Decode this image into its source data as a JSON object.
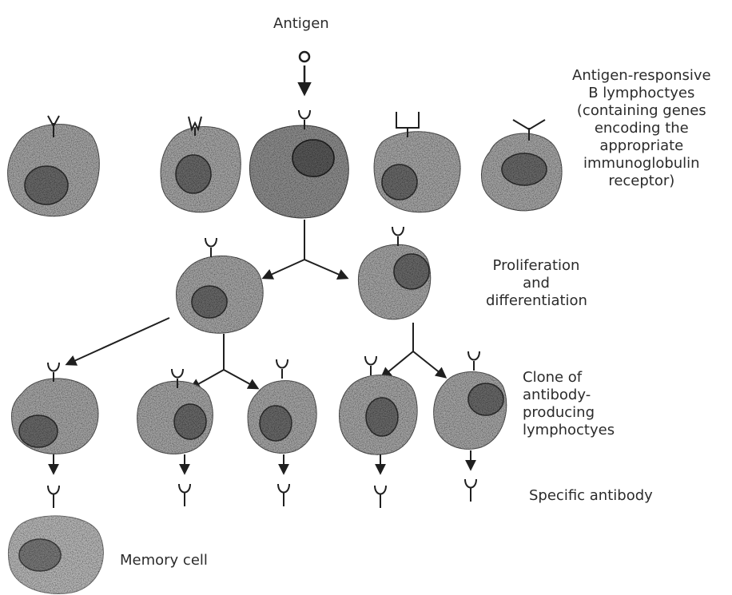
{
  "labels": {
    "antigen": "Antigen",
    "b_lymphocytes": "Antigen-responsive\nB lymphoctyes\n(containing genes\nencoding the\nappropriate\nimmunoglobulin\nreceptor)",
    "proliferation": "Proliferation\nand\ndifferentiation",
    "clone": "Clone of\nantibody-\nproducing\nlymphoctyes",
    "specific_antibody": "Specific antibody",
    "memory_cell": "Memory cell"
  },
  "receptor_shapes": {
    "row1": [
      "Y",
      "W",
      "U",
      "square-U",
      "V"
    ],
    "descendants": "U"
  },
  "colors": {
    "cell_fill": "#a6a6a6",
    "nucleus_fill": "#6a6a6a",
    "line": "#1f1f1f",
    "text": "#2b2b2b"
  }
}
